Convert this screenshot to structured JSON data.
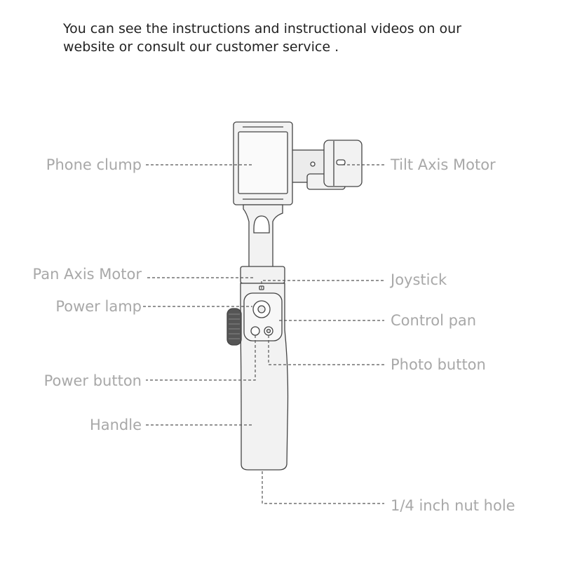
{
  "intro": {
    "line1": "You can see the instructions and instructional videos on our",
    "line2": "website or consult our customer service ."
  },
  "labels": {
    "phone_clump": "Phone clump",
    "tilt_axis_motor": "Tilt Axis Motor",
    "pan_axis_motor": "Pan Axis Motor",
    "joystick": "Joystick",
    "power_lamp": "Power lamp",
    "control_pan": "Control pan",
    "photo_button": "Photo button",
    "power_button": "Power button",
    "handle": "Handle",
    "nut_hole": "1/4 inch nut hole"
  },
  "colors": {
    "label_text": "#a8a8a8",
    "leader_line": "#555555",
    "device_outline": "#444444",
    "device_fill": "#f2f2f2"
  }
}
